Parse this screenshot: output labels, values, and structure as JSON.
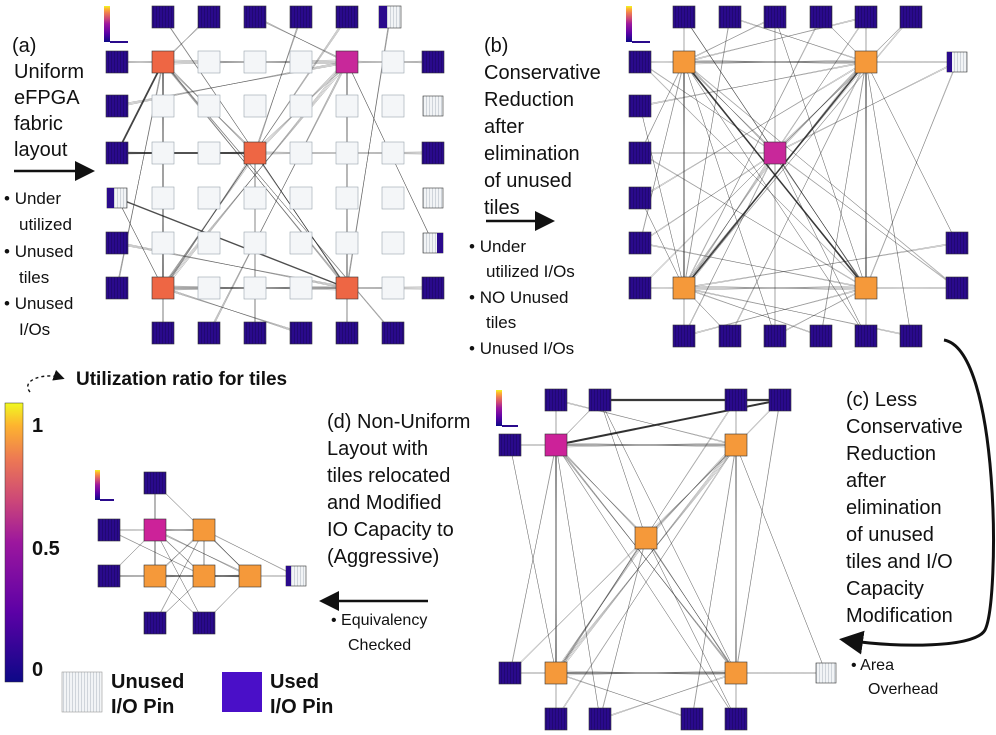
{
  "colors": {
    "io_used": "#2a0a8c",
    "io_used_edge": "#12085a",
    "tile_low": "#ee6644",
    "tile_high": "#f5993a",
    "tile_mid": "#c8289a",
    "tile_pink": "#cc2299",
    "unused": "#e9eef2"
  },
  "panel_a": {
    "label": "(a)",
    "desc": [
      "Uniform",
      "eFPGA",
      "fabric",
      "layout"
    ],
    "bullets": [
      {
        "lines": [
          "Under",
          "utilized"
        ]
      },
      {
        "lines": [
          "Unused",
          "tiles"
        ]
      },
      {
        "lines": [
          "Unused",
          "I/Os"
        ]
      }
    ]
  },
  "panel_b": {
    "label": "(b)",
    "desc": [
      "Conservative",
      "Reduction",
      "after",
      "elimination",
      "of unused",
      "tiles"
    ],
    "bullets": [
      {
        "lines": [
          "Under",
          "utilized I/Os"
        ]
      },
      {
        "lines": [
          "NO Unused",
          "tiles"
        ]
      },
      {
        "lines": [
          "Unused I/Os"
        ]
      }
    ]
  },
  "panel_c": {
    "desc": [
      "(c) Less",
      "Conservative",
      "Reduction",
      "after",
      "elimination",
      "of unused",
      "tiles and I/O",
      "Capacity",
      "Modification"
    ],
    "bullets": [
      {
        "lines": [
          "Area",
          "Overhead"
        ]
      }
    ]
  },
  "panel_d": {
    "desc": [
      "(d) Non-Uniform",
      "Layout with",
      "tiles relocated",
      "and Modified",
      "IO Capacity to",
      "(Aggressive)"
    ],
    "bullets": [
      {
        "lines": [
          "Equivalency",
          "Checked"
        ]
      }
    ]
  },
  "colorbar": {
    "title": "Utilization ratio for tiles",
    "ticks": [
      "1",
      "0.5",
      "0"
    ]
  },
  "legend": {
    "unused": [
      "Unused",
      "I/O Pin"
    ],
    "used": [
      "Used",
      "I/O Pin"
    ]
  }
}
